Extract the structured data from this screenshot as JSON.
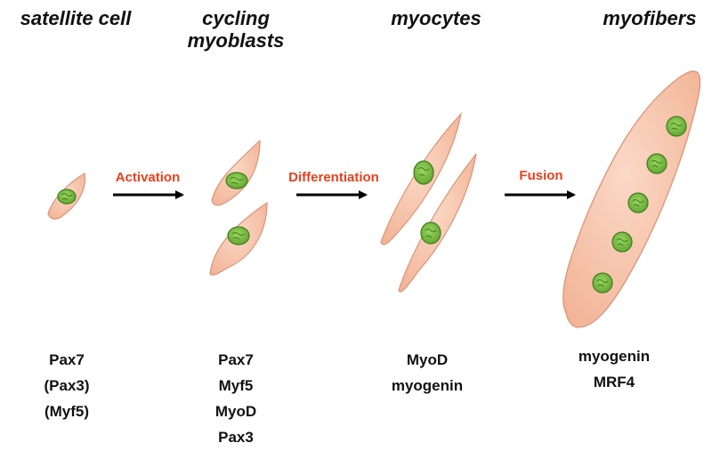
{
  "stages": [
    {
      "id": "satellite",
      "title_lines": [
        "satellite cell"
      ],
      "markers": [
        "Pax7",
        "(Pax3)",
        "(Myf5)"
      ]
    },
    {
      "id": "myoblasts",
      "title_lines": [
        "cycling",
        "myoblasts"
      ],
      "markers": [
        "Pax7",
        "Myf5",
        "MyoD",
        "Pax3"
      ]
    },
    {
      "id": "myocytes",
      "title_lines": [
        "myocytes"
      ],
      "markers": [
        "MyoD",
        "myogenin"
      ]
    },
    {
      "id": "myofibers",
      "title_lines": [
        "myofibers"
      ],
      "markers": [
        "myogenin",
        "MRF4"
      ]
    }
  ],
  "processes": [
    "Activation",
    "Differentiation",
    "Fusion"
  ],
  "colors": {
    "cell_fill": "#f6c3a8",
    "cell_stroke": "#d9957a",
    "nucleus_fill": "#7cc043",
    "nucleus_stroke": "#3f7d1c",
    "process_label": "#e8401c",
    "arrow": "#000000",
    "text": "#111111"
  }
}
